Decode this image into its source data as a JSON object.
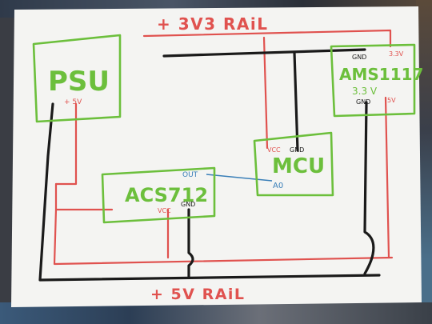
{
  "rails": {
    "top_label": "+ 3V3 RAiL",
    "bottom_label": "+ 5V RAiL"
  },
  "psu": {
    "title": "PSU",
    "pin_5v": "+ 5V"
  },
  "ams1117": {
    "title": "AMS1117",
    "pin_gnd_top": "GND",
    "pin_3v3": "3.3V",
    "subtitle": "3.3 V",
    "pin_gnd_bottom": "GND",
    "pin_5v": "5V"
  },
  "mcu": {
    "title": "MCU",
    "pin_vcc": "VCC",
    "pin_gnd": "GND",
    "pin_a0": "A0"
  },
  "acs712": {
    "title": "ACS712",
    "pin_out": "OUT",
    "pin_vcc": "VCC",
    "pin_gnd": "GND"
  },
  "colors": {
    "paper": "#f4f4f2",
    "red_wire": "#e0524f",
    "black_wire": "#1a1a1a",
    "green_box": "#6cbf3c",
    "blue_wire": "#3a7fb8"
  }
}
